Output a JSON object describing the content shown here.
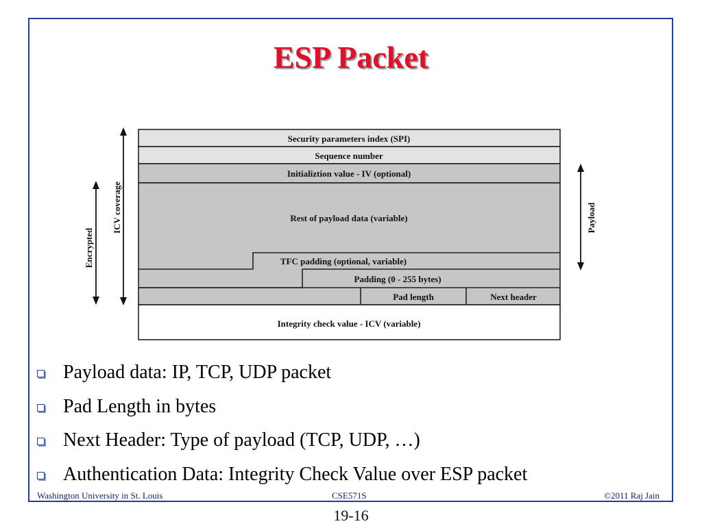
{
  "slide": {
    "title": "ESP Packet",
    "page_number": "19-16",
    "footer": {
      "left": "Washington University in St. Louis",
      "center": "CSE571S",
      "right": "©2011 Raj Jain"
    }
  },
  "diagram": {
    "fields": {
      "spi": "Security parameters index (SPI)",
      "sequence": "Sequence number",
      "iv": "Initializtion value - IV (optional)",
      "payload": "Rest of payload data (variable)",
      "tfc": "TFC padding (optional, variable)",
      "padding": "Padding (0 - 255 bytes)",
      "pad_length": "Pad length",
      "next_header": "Next header",
      "icv": "Integrity check value - ICV (variable)"
    },
    "arrows": {
      "encrypted": "Encrypted",
      "icv_coverage": "ICV coverage",
      "payload": "Payload"
    },
    "colors": {
      "light_fill": "#e3e3e3",
      "dark_fill": "#c6c6c6",
      "border": "#222222"
    }
  },
  "bullets": [
    "Payload data: IP, TCP, UDP packet",
    "Pad Length in bytes",
    "Next Header: Type of payload (TCP, UDP, …)",
    "Authentication Data: Integrity Check Value over ESP packet"
  ]
}
